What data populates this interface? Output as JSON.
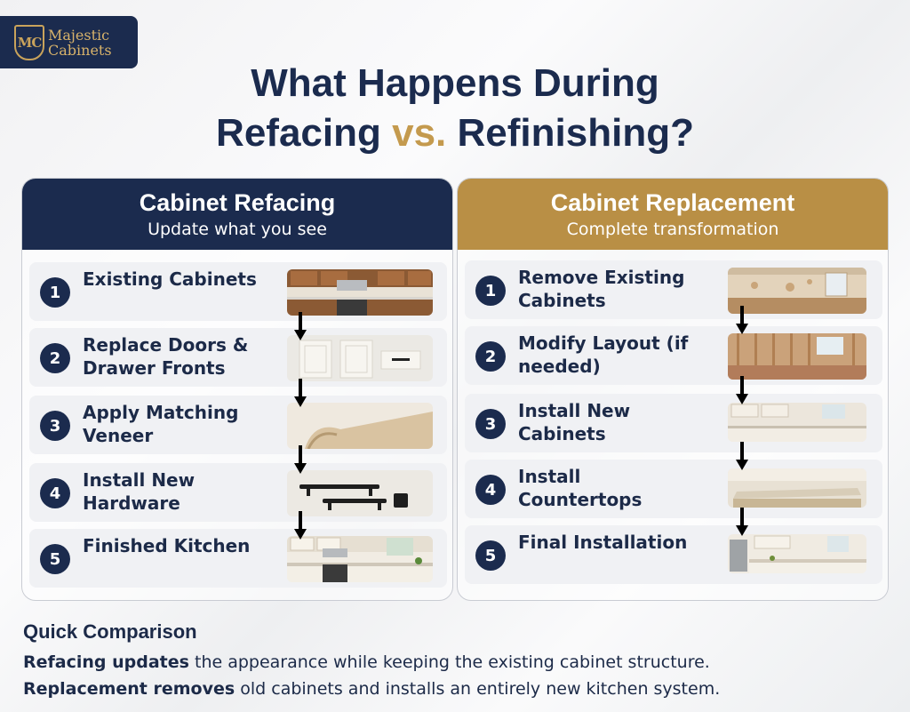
{
  "logo": {
    "initials": "MC",
    "line1": "Majestic",
    "line2": "Cabinets"
  },
  "title": {
    "line1": "What Happens During",
    "line2_a": "Refacing",
    "line2_vs": "vs.",
    "line2_b": "Refinishing?"
  },
  "left": {
    "heading": "Cabinet Refacing",
    "subheading": "Update what you see",
    "steps": [
      {
        "num": "1",
        "label": "Existing Cabinets",
        "image": "existing-cabinets-photo"
      },
      {
        "num": "2",
        "label": "Replace Doors & Drawer Fronts",
        "image": "doors-photo"
      },
      {
        "num": "3",
        "label": "Apply Matching Veneer",
        "image": "veneer-photo"
      },
      {
        "num": "4",
        "label": "Install New Hardware",
        "image": "hardware-photo"
      },
      {
        "num": "5",
        "label": "Finished Kitchen",
        "image": "finished-kitchen-photo"
      }
    ]
  },
  "right": {
    "heading": "Cabinet Replacement",
    "subheading": "Complete transformation",
    "steps": [
      {
        "num": "1",
        "label": "Remove Existing Cabinets",
        "image": "demolition-photo"
      },
      {
        "num": "2",
        "label": "Modify Layout (if needed)",
        "image": "framing-photo"
      },
      {
        "num": "3",
        "label": "Install New Cabinets",
        "image": "new-cabinets-photo"
      },
      {
        "num": "4",
        "label": "Install Countertops",
        "image": "countertops-photo"
      },
      {
        "num": "5",
        "label": "Final Installation",
        "image": "final-kitchen-photo"
      }
    ]
  },
  "comparison": {
    "heading": "Quick Comparison",
    "line1_bold": "Refacing updates",
    "line1_rest": " the appearance while keeping the existing cabinet structure.",
    "line2_bold": "Replacement removes",
    "line2_rest": " old cabinets and installs an entirely new kitchen system."
  },
  "colors": {
    "navy": "#1b2b4e",
    "gold": "#b98f45"
  }
}
